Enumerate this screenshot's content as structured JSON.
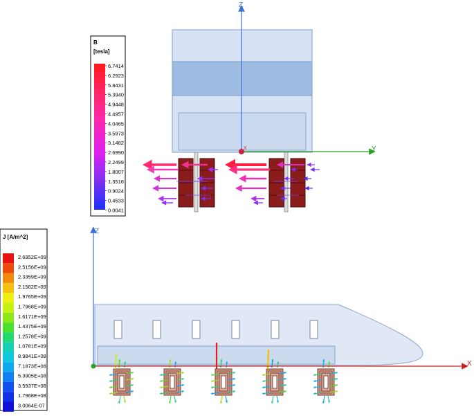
{
  "legend_b": {
    "title_line1": "B",
    "title_line2": "[tesla]",
    "ticks": [
      "6.7414",
      "6.2923",
      "5.8431",
      "5.3940",
      "4.9448",
      "4.4957",
      "4.0465",
      "3.5973",
      "3.1482",
      "2.6990",
      "2.2499",
      "1.8007",
      "1.3516",
      "0.9024",
      "0.4533",
      "0.0041"
    ]
  },
  "legend_j": {
    "title": "J [A/m^2]",
    "ticks": [
      "2.6952E+09",
      "2.5156E+09",
      "2.3359E+09",
      "2.1562E+09",
      "1.9765E+09",
      "1.7968E+09",
      "1.6171E+09",
      "1.4375E+09",
      "1.2578E+09",
      "1.0781E+09",
      "8.9841E+08",
      "7.1873E+08",
      "5.3905E+08",
      "3.5937E+08",
      "1.7968E+08",
      "3.0064E-07"
    ],
    "colors": [
      "#e81010",
      "#ee4a10",
      "#f28a10",
      "#f6c010",
      "#eef010",
      "#c8f010",
      "#8ee818",
      "#4ee030",
      "#22d870",
      "#16d0b8",
      "#10c8e0",
      "#10a8ee",
      "#1080f0",
      "#1050ee",
      "#1030e8",
      "#1010d8"
    ]
  },
  "axes": {
    "top_z": "Z",
    "top_y": "Y",
    "top_x": "X",
    "bottom_z": "Z",
    "bottom_x": "X"
  }
}
